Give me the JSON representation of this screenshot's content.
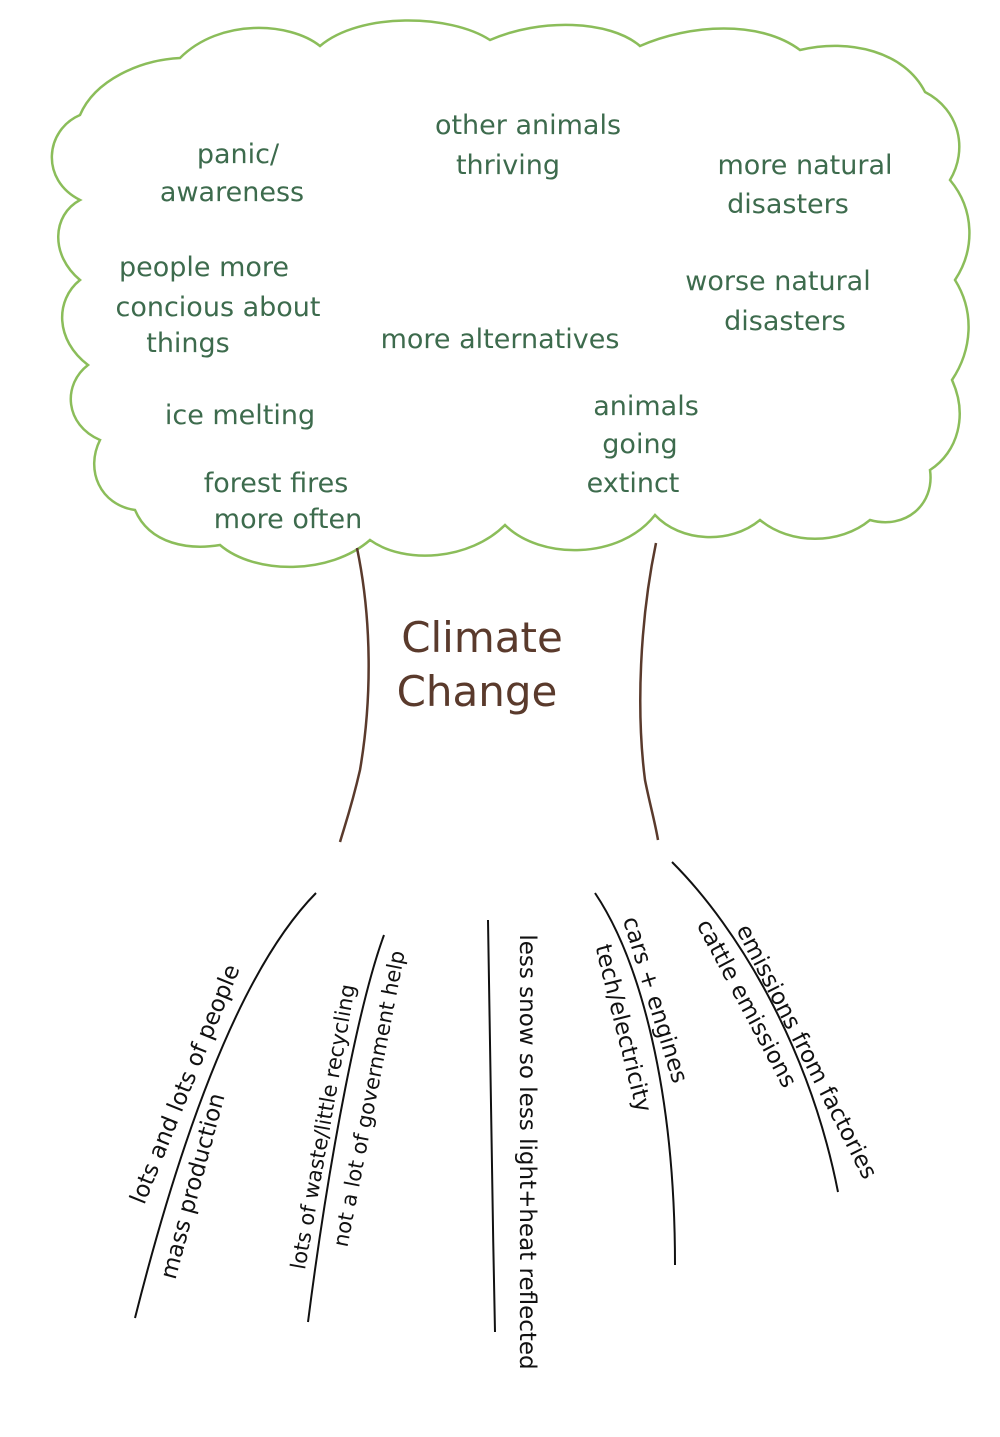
{
  "colors": {
    "crown_outline": "#8bbd5a",
    "leaf_text": "#3d6b4d",
    "trunk": "#5a3a2c",
    "roots": "#111111",
    "background": "#ffffff"
  },
  "diagram": {
    "type": "tree",
    "title": [
      "Climate",
      "Change"
    ],
    "effects": [
      [
        "other animals",
        "thriving"
      ],
      [
        "panic/",
        "awareness"
      ],
      [
        "more natural",
        "disasters"
      ],
      [
        "people more",
        "concious about",
        "things"
      ],
      [
        "worse natural",
        "disasters"
      ],
      [
        "more alternatives"
      ],
      [
        "ice melting"
      ],
      [
        "animals",
        "going",
        "extinct"
      ],
      [
        "forest fires",
        "more often"
      ]
    ],
    "causes": [
      [
        "lots and lots of people",
        "mass production"
      ],
      [
        "lots of waste/little recycling",
        "not a lot of government help"
      ],
      [
        "less snow so less light+heat reflected"
      ],
      [
        "cars + engines",
        "tech/electricity"
      ],
      [
        "emissions from factories",
        "cattle emissions"
      ]
    ]
  }
}
